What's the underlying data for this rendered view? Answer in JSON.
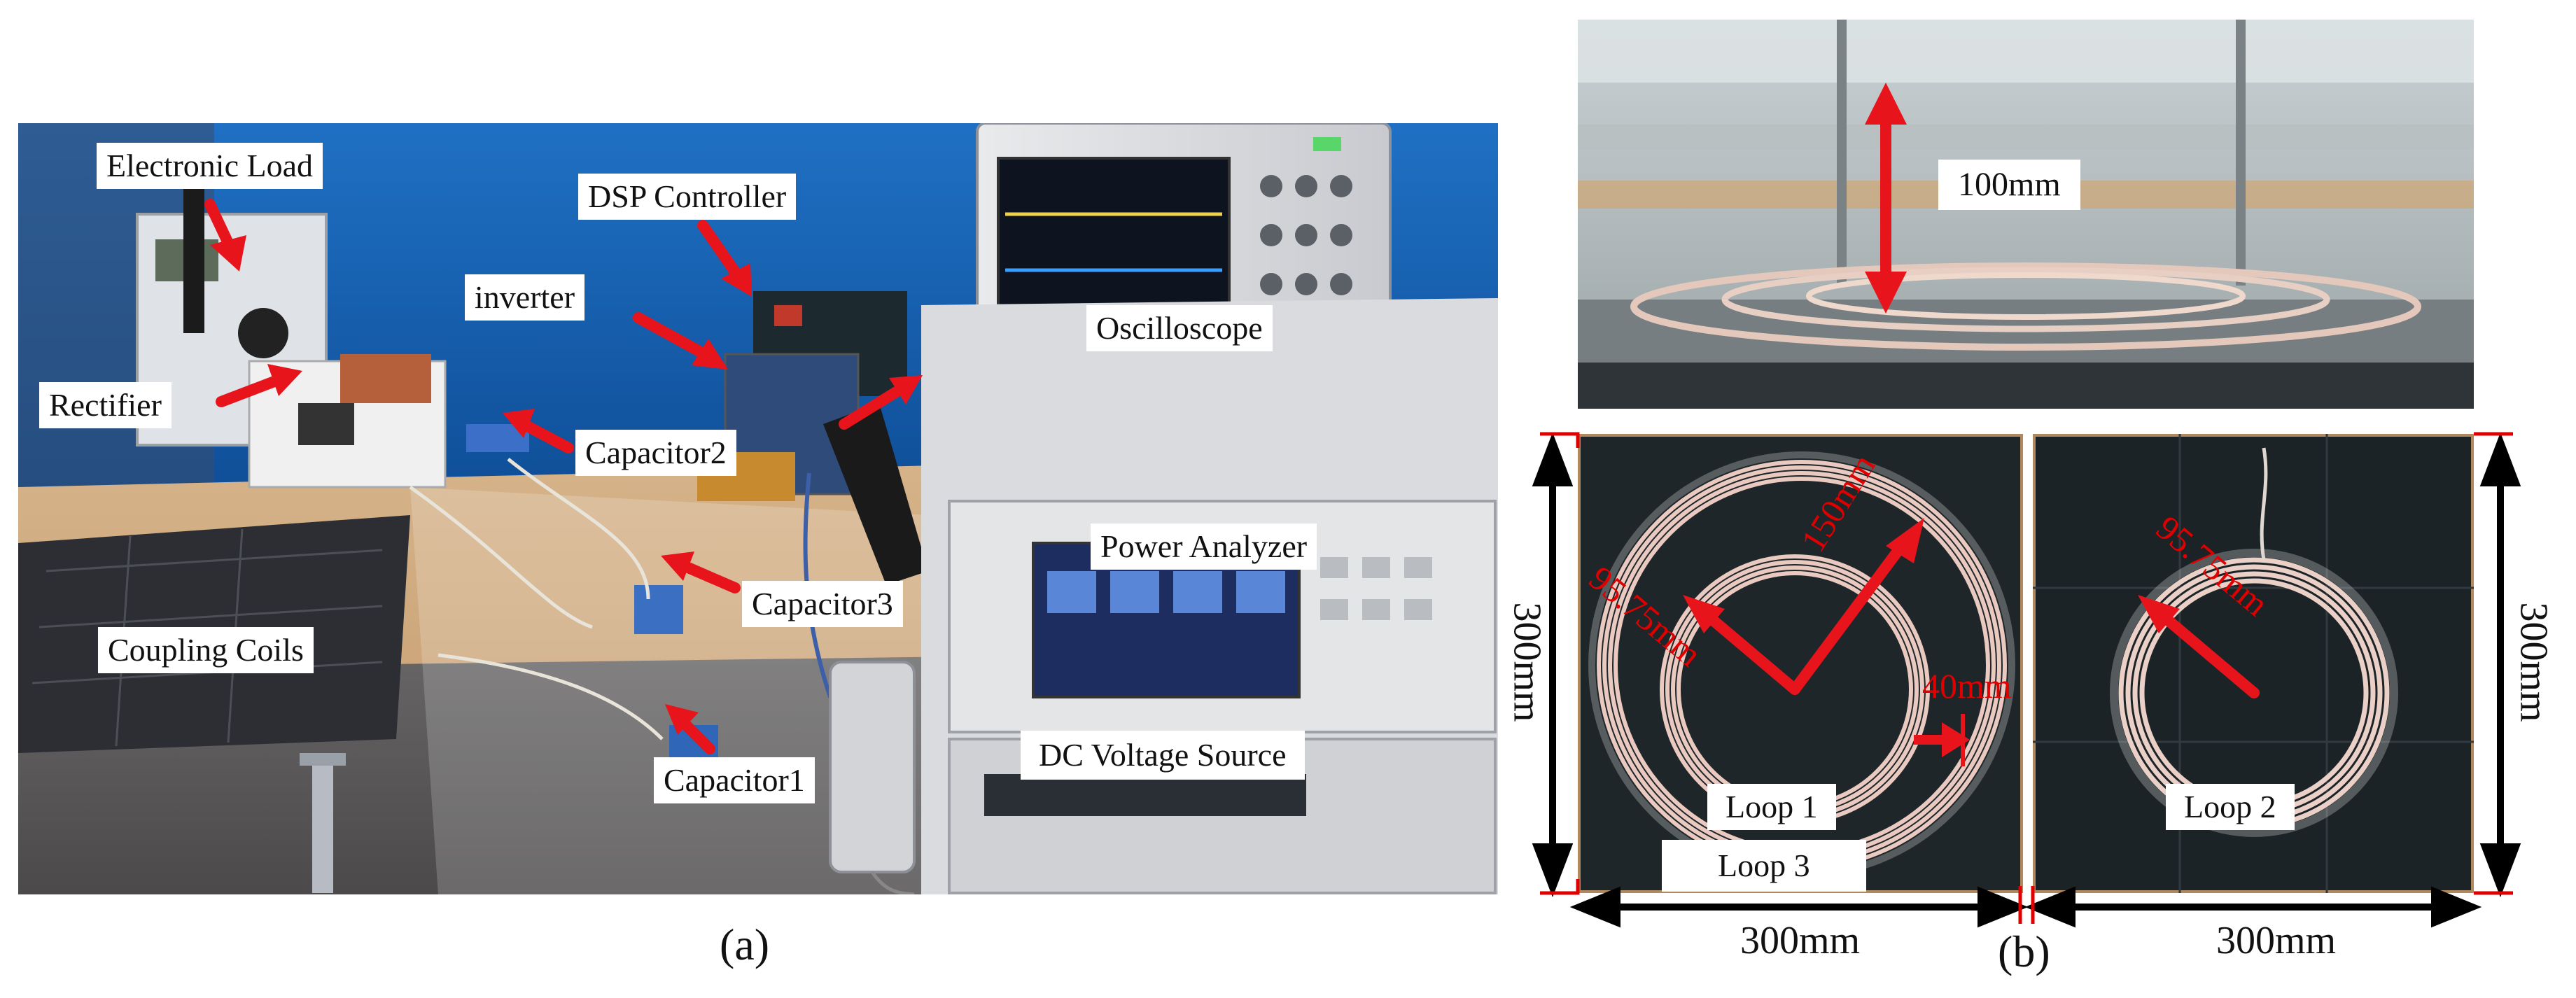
{
  "panel_a": {
    "caption": "(a)",
    "labels": {
      "electronic_load": "Electronic Load",
      "dsp_controller": "DSP Controller",
      "inverter": "inverter",
      "oscilloscope": "Oscilloscope",
      "rectifier": "Rectifier",
      "capacitor2": "Capacitor2",
      "power_analyzer": "Power Analyzer",
      "capacitor3": "Capacitor3",
      "coupling_coils": "Coupling Coils",
      "capacitor1": "Capacitor1",
      "dc_voltage_source": "DC Voltage Source"
    }
  },
  "panel_b": {
    "caption": "(b)",
    "gap_label": "100mm",
    "left_height": "300mm",
    "right_height": "300mm",
    "left_width": "300mm",
    "right_width": "300mm",
    "radius_left": "95.75mm",
    "radius_outer": "150mm",
    "spacing": "40mm",
    "radius_right": "95.75mm",
    "loop1": "Loop 1",
    "loop2": "Loop 2",
    "loop3": "Loop 3"
  },
  "colors": {
    "arrow": "#e8141c",
    "dim_red": "#e00000",
    "wall_blue": "#1565b8"
  }
}
